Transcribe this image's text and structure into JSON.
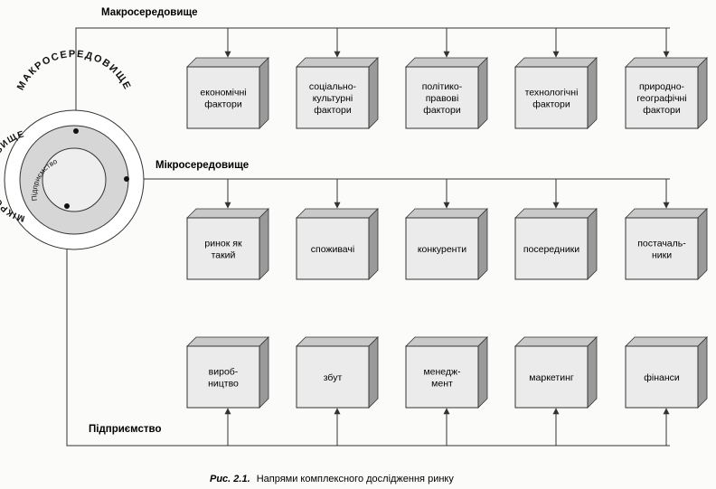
{
  "sections": {
    "macro": "Макросередовище",
    "micro": "Мікросередовище",
    "enterprise": "Підприємство"
  },
  "circle_labels": {
    "outer": "МАКРОСЕРЕДОВИЩЕ",
    "middle": "МІКРОСЕРЕДОВИЩЕ",
    "inner": "Підприємство"
  },
  "rows": {
    "macro": [
      [
        "економічні",
        "фактори"
      ],
      [
        "соціально-",
        "культурні",
        "фактори"
      ],
      [
        "політико-",
        "правові",
        "фактори"
      ],
      [
        "технологічні",
        "фактори"
      ],
      [
        "природно-",
        "географічні",
        "фактори"
      ]
    ],
    "micro": [
      [
        "ринок як",
        "такий"
      ],
      [
        "споживачі"
      ],
      [
        "конкуренти"
      ],
      [
        "посередники"
      ],
      [
        "постачаль-",
        "ники"
      ]
    ],
    "enterprise": [
      [
        "вироб-",
        "ництво"
      ],
      [
        "збут"
      ],
      [
        "менедж-",
        "мент"
      ],
      [
        "маркетинг"
      ],
      [
        "фінанси"
      ]
    ]
  },
  "caption": {
    "prefix": "Рис. 2.1.",
    "text": "Напрями комплексного дослідження ринку"
  },
  "colors": {
    "line": "#333333",
    "box_front": "#ebebeb",
    "box_side": "#9a9a9a",
    "box_top": "#c9c9c9",
    "circle_outer": "#ffffff",
    "circle_middle": "#d6d6d6",
    "circle_inner": "#eeeeee"
  }
}
